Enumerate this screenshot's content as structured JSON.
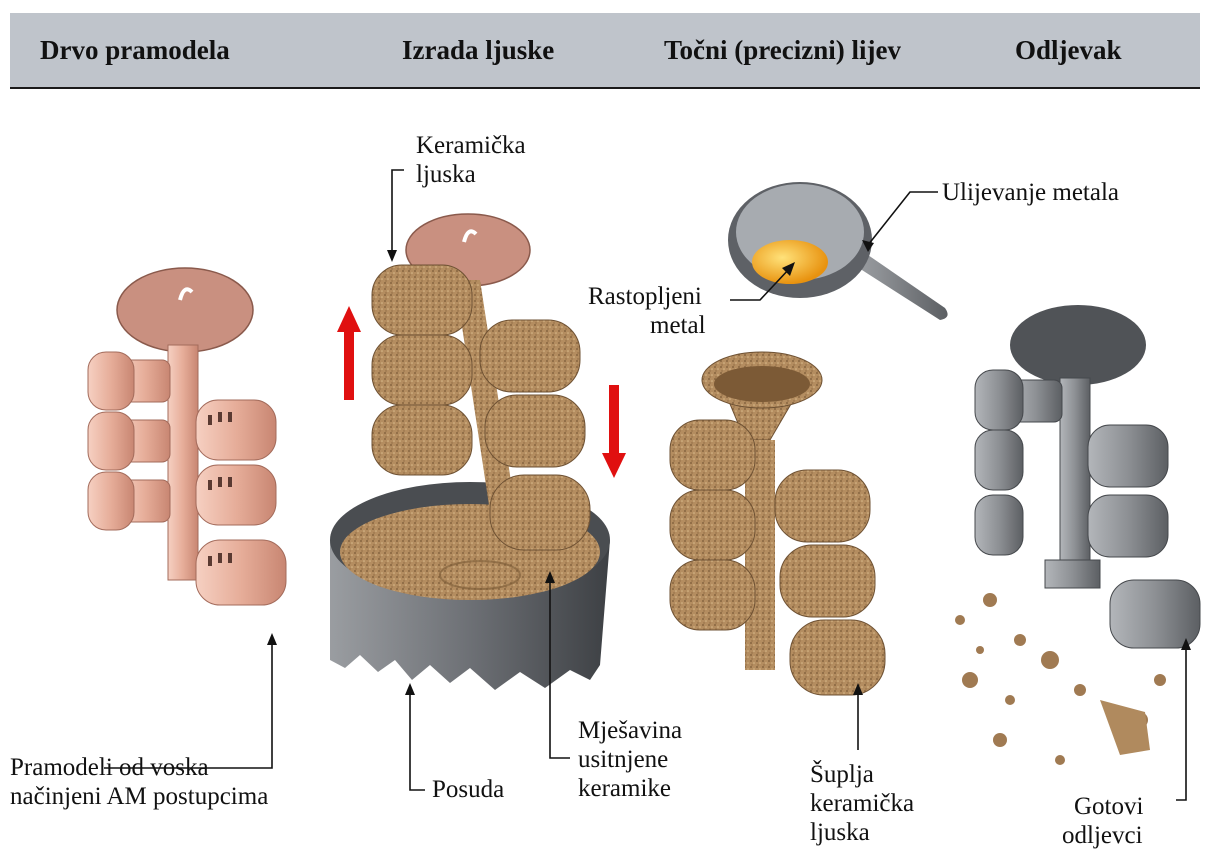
{
  "header": {
    "columns": [
      "Drvo pramodela",
      "Izrada ljuske",
      "Točni (precizni) lijev",
      "Odljevak"
    ]
  },
  "labels": {
    "ceramic_shell": [
      "Keramička",
      "ljuska"
    ],
    "metal_pouring": "Ulijevanje metala",
    "molten_metal": [
      "Rastopljeni",
      "metal"
    ],
    "wax_patterns": [
      "Pramodeli od voska",
      "načinjeni AM postupcima"
    ],
    "container": "Posuda",
    "ceramic_mix": [
      "Mješavina",
      "usitnjene",
      "keramike"
    ],
    "hollow_shell": [
      "Šuplja",
      "keramička",
      "ljuska"
    ],
    "finished_castings": [
      "Gotovi",
      "odljevci"
    ]
  },
  "colors": {
    "header_bg": "#bfc4cb",
    "wax": "#e9b4a2",
    "ceramic": "#b08a5e",
    "metal": "#8a8d91",
    "molten": "#f4b51c",
    "arrow_red": "#e01010"
  }
}
